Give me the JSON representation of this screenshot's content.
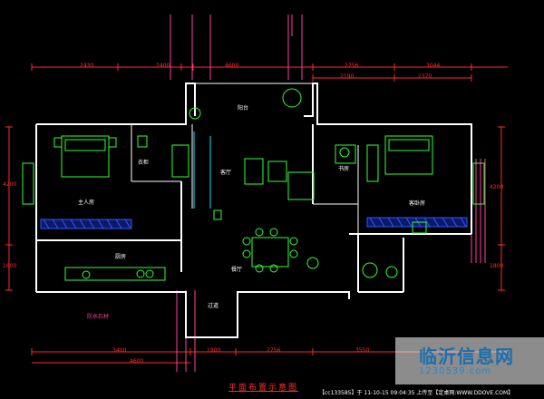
{
  "colors": {
    "background": "#000000",
    "wall": "#ffffff",
    "furniture": "#33ff33",
    "dimension": "#ff2a2a",
    "annotation": "#ff3fa0",
    "aux_line": "#00e5ff",
    "hatch": "#3355ff",
    "watermark_blue": "#1b6fae"
  },
  "dimensions": {
    "top_left": "2430",
    "top_mid": "2400",
    "top_center": "4600",
    "top_right_a": "2756",
    "top_right_b": "3044",
    "top_sub_a": "2190",
    "top_sub_b": "2370",
    "left_upper": "4200",
    "left_lower": "1800",
    "right_upper": "4200",
    "right_lower": "1800",
    "bottom_a": "3400",
    "bottom_b": "1900",
    "bottom_c": "2756",
    "bottom_d": "3550",
    "bottom_total": "4600"
  },
  "rooms": {
    "master_bedroom": "主人房",
    "closet": "衣柜",
    "living_room": "客厅",
    "balcony": "阳台",
    "dining": "餐厅",
    "kitchen": "厨房",
    "corridor": "过道",
    "study": "书房",
    "second_bedroom": "客卧房"
  },
  "annotations": {
    "top": [],
    "right": [],
    "left_bottom": [
      "防水石材"
    ],
    "bottom": []
  },
  "title": "平面布置示意图",
  "footer": "【cc133585】于 11-10-15 09:04:35 上传至【定桌网:WWW.DDOVE.COM】",
  "watermark": {
    "main": "临沂信息网",
    "sub": "1230539.com"
  }
}
